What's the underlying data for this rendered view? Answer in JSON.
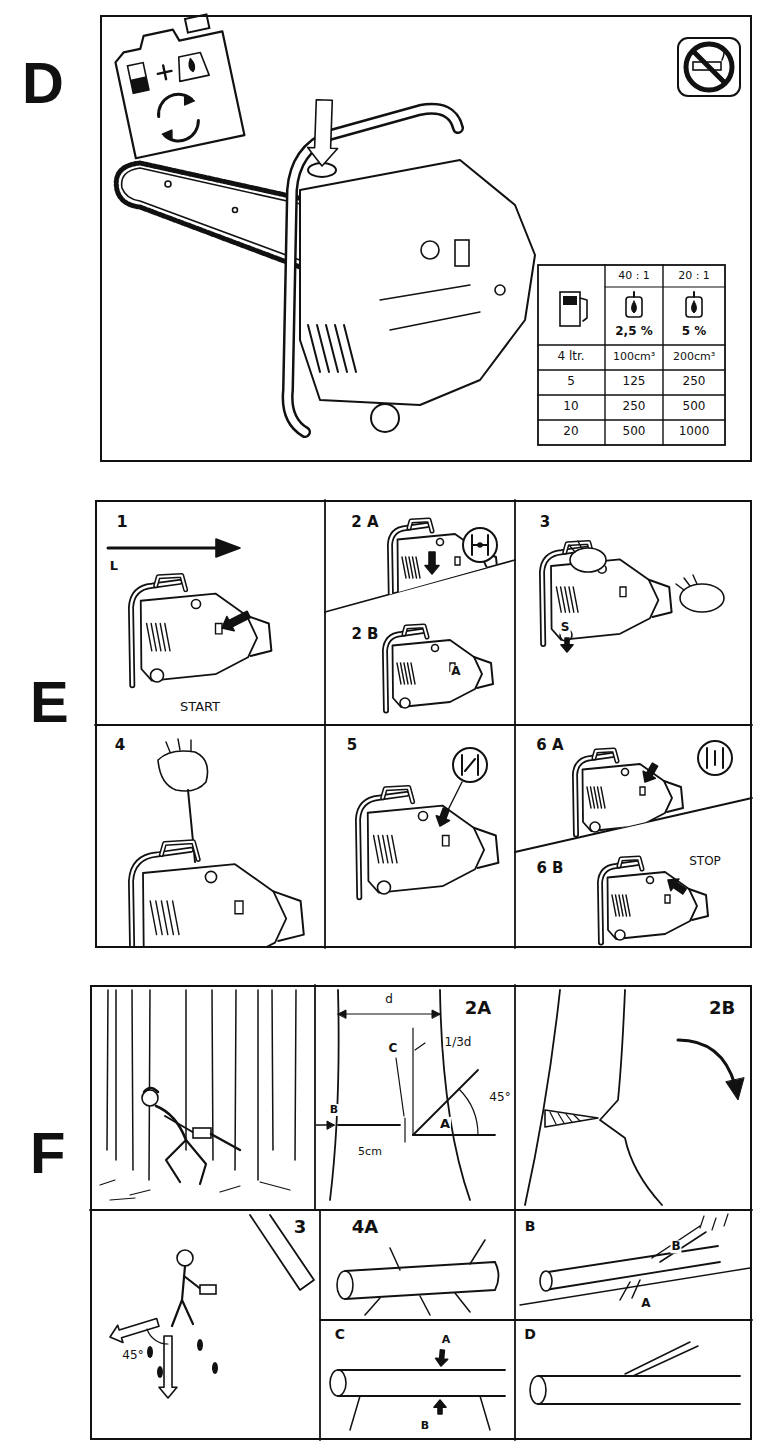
{
  "diagram": {
    "nodes": [
      {
        "text": [
          "D"
        ]
      },
      {
        "text": [
          "E"
        ]
      },
      {
        "text": [
          "F"
        ]
      }
    ],
    "labels": [
      "40 : 1",
      "20 : 1",
      "2,5 %",
      "5 %",
      "4 ltr.",
      "100cm³",
      "200cm³",
      "5",
      "125",
      "250",
      "10",
      "250",
      "500",
      "20",
      "500",
      "1000",
      "1",
      "L",
      "START",
      "2 A",
      "2 B",
      "A",
      "3",
      "S",
      "4",
      "5",
      "6 A",
      "6 B",
      "STOP",
      "2A",
      "d",
      "C",
      "1/3d",
      "B",
      "45°",
      "A",
      "5cm",
      "2B",
      "3",
      "45°",
      "4A",
      "B",
      "B",
      "A",
      "C",
      "A",
      "B",
      "D"
    ]
  }
}
